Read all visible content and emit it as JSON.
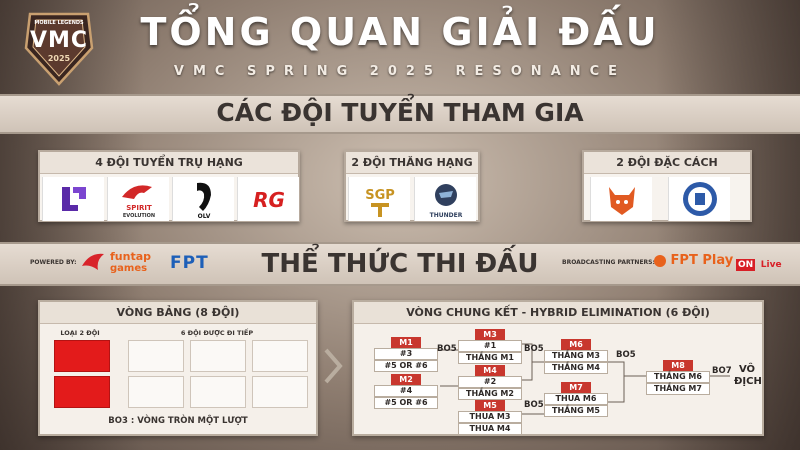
{
  "header": {
    "title": "TỔNG QUAN GIẢI ĐẤU",
    "subtitle": "VMC SPRING 2025 RESONANCE"
  },
  "logo": {
    "small": "MOBILE LEGENDS",
    "main": "VMC",
    "year": "2025"
  },
  "section_teams": {
    "title": "CÁC ĐỘI TUYỂN THAM GIA",
    "groups": [
      {
        "label": "4 ĐỘI TUYỂN TRỤ HẠNG",
        "teams": [
          "Liquid-style mark",
          "SPIRIT EVOLUTION",
          "OLV",
          "RG"
        ]
      },
      {
        "label": "2 ĐỘI THĂNG HẠNG",
        "teams": [
          "SGP",
          "THUNDER"
        ]
      },
      {
        "label": "2 ĐỘI ĐẶC CÁCH",
        "teams": [
          "orange-mascot",
          "academy-crest"
        ]
      }
    ],
    "team_texts": {
      "spirit": "SPIRIT",
      "evolution": "EVOLUTION",
      "olv": "OLV",
      "rg": "RG",
      "sgp": "SGP",
      "thunder": "THUNDER"
    }
  },
  "section_format": {
    "title": "THỂ THỨC THI ĐẤU"
  },
  "sponsors": {
    "powered_by": "POWERED BY:",
    "funtap": "funtap",
    "funtap2": "games",
    "fpt": "FPT",
    "broadcasting": "BROADCASTING PARTNERS:",
    "fpt_play": "FPT Play",
    "on_live": "ON",
    "on_live2": "Live"
  },
  "group_stage": {
    "title": "VÒNG BẢNG (8 ĐỘI)",
    "eliminated_label": "LOẠI 2 ĐỘI",
    "advance_label": "6 ĐỘI ĐƯỢC ĐI TIẾP",
    "note": "BO3 : VÒNG TRÒN MỘT LƯỢT"
  },
  "finals": {
    "title": "VÒNG CHUNG KẾT - HYBRID ELIMINATION (6 ĐỘI)",
    "matches": [
      {
        "code": "M1",
        "a": "#3",
        "b": "#5 OR #6"
      },
      {
        "code": "M2",
        "a": "#4",
        "b": "#5 OR #6"
      },
      {
        "code": "M3",
        "a": "#1",
        "b": "THẮNG M1"
      },
      {
        "code": "M4",
        "a": "#2",
        "b": "THẮNG M2"
      },
      {
        "code": "M5",
        "a": "THUA M3",
        "b": "THUA M4"
      },
      {
        "code": "M6",
        "a": "THẮNG M3",
        "b": "THẮNG M4"
      },
      {
        "code": "M7",
        "a": "THUA M6",
        "b": "THẮNG M5"
      },
      {
        "code": "M8",
        "a": "THẮNG M6",
        "b": "THẮNG M7"
      }
    ],
    "bo5": "BO5",
    "bo7": "BO7",
    "champion_1": "VÔ",
    "champion_2": "ĐỊCH"
  },
  "colors": {
    "accent_red": "#e31b1b",
    "match_red": "#c8372e",
    "banner": "#ddd2c7"
  }
}
